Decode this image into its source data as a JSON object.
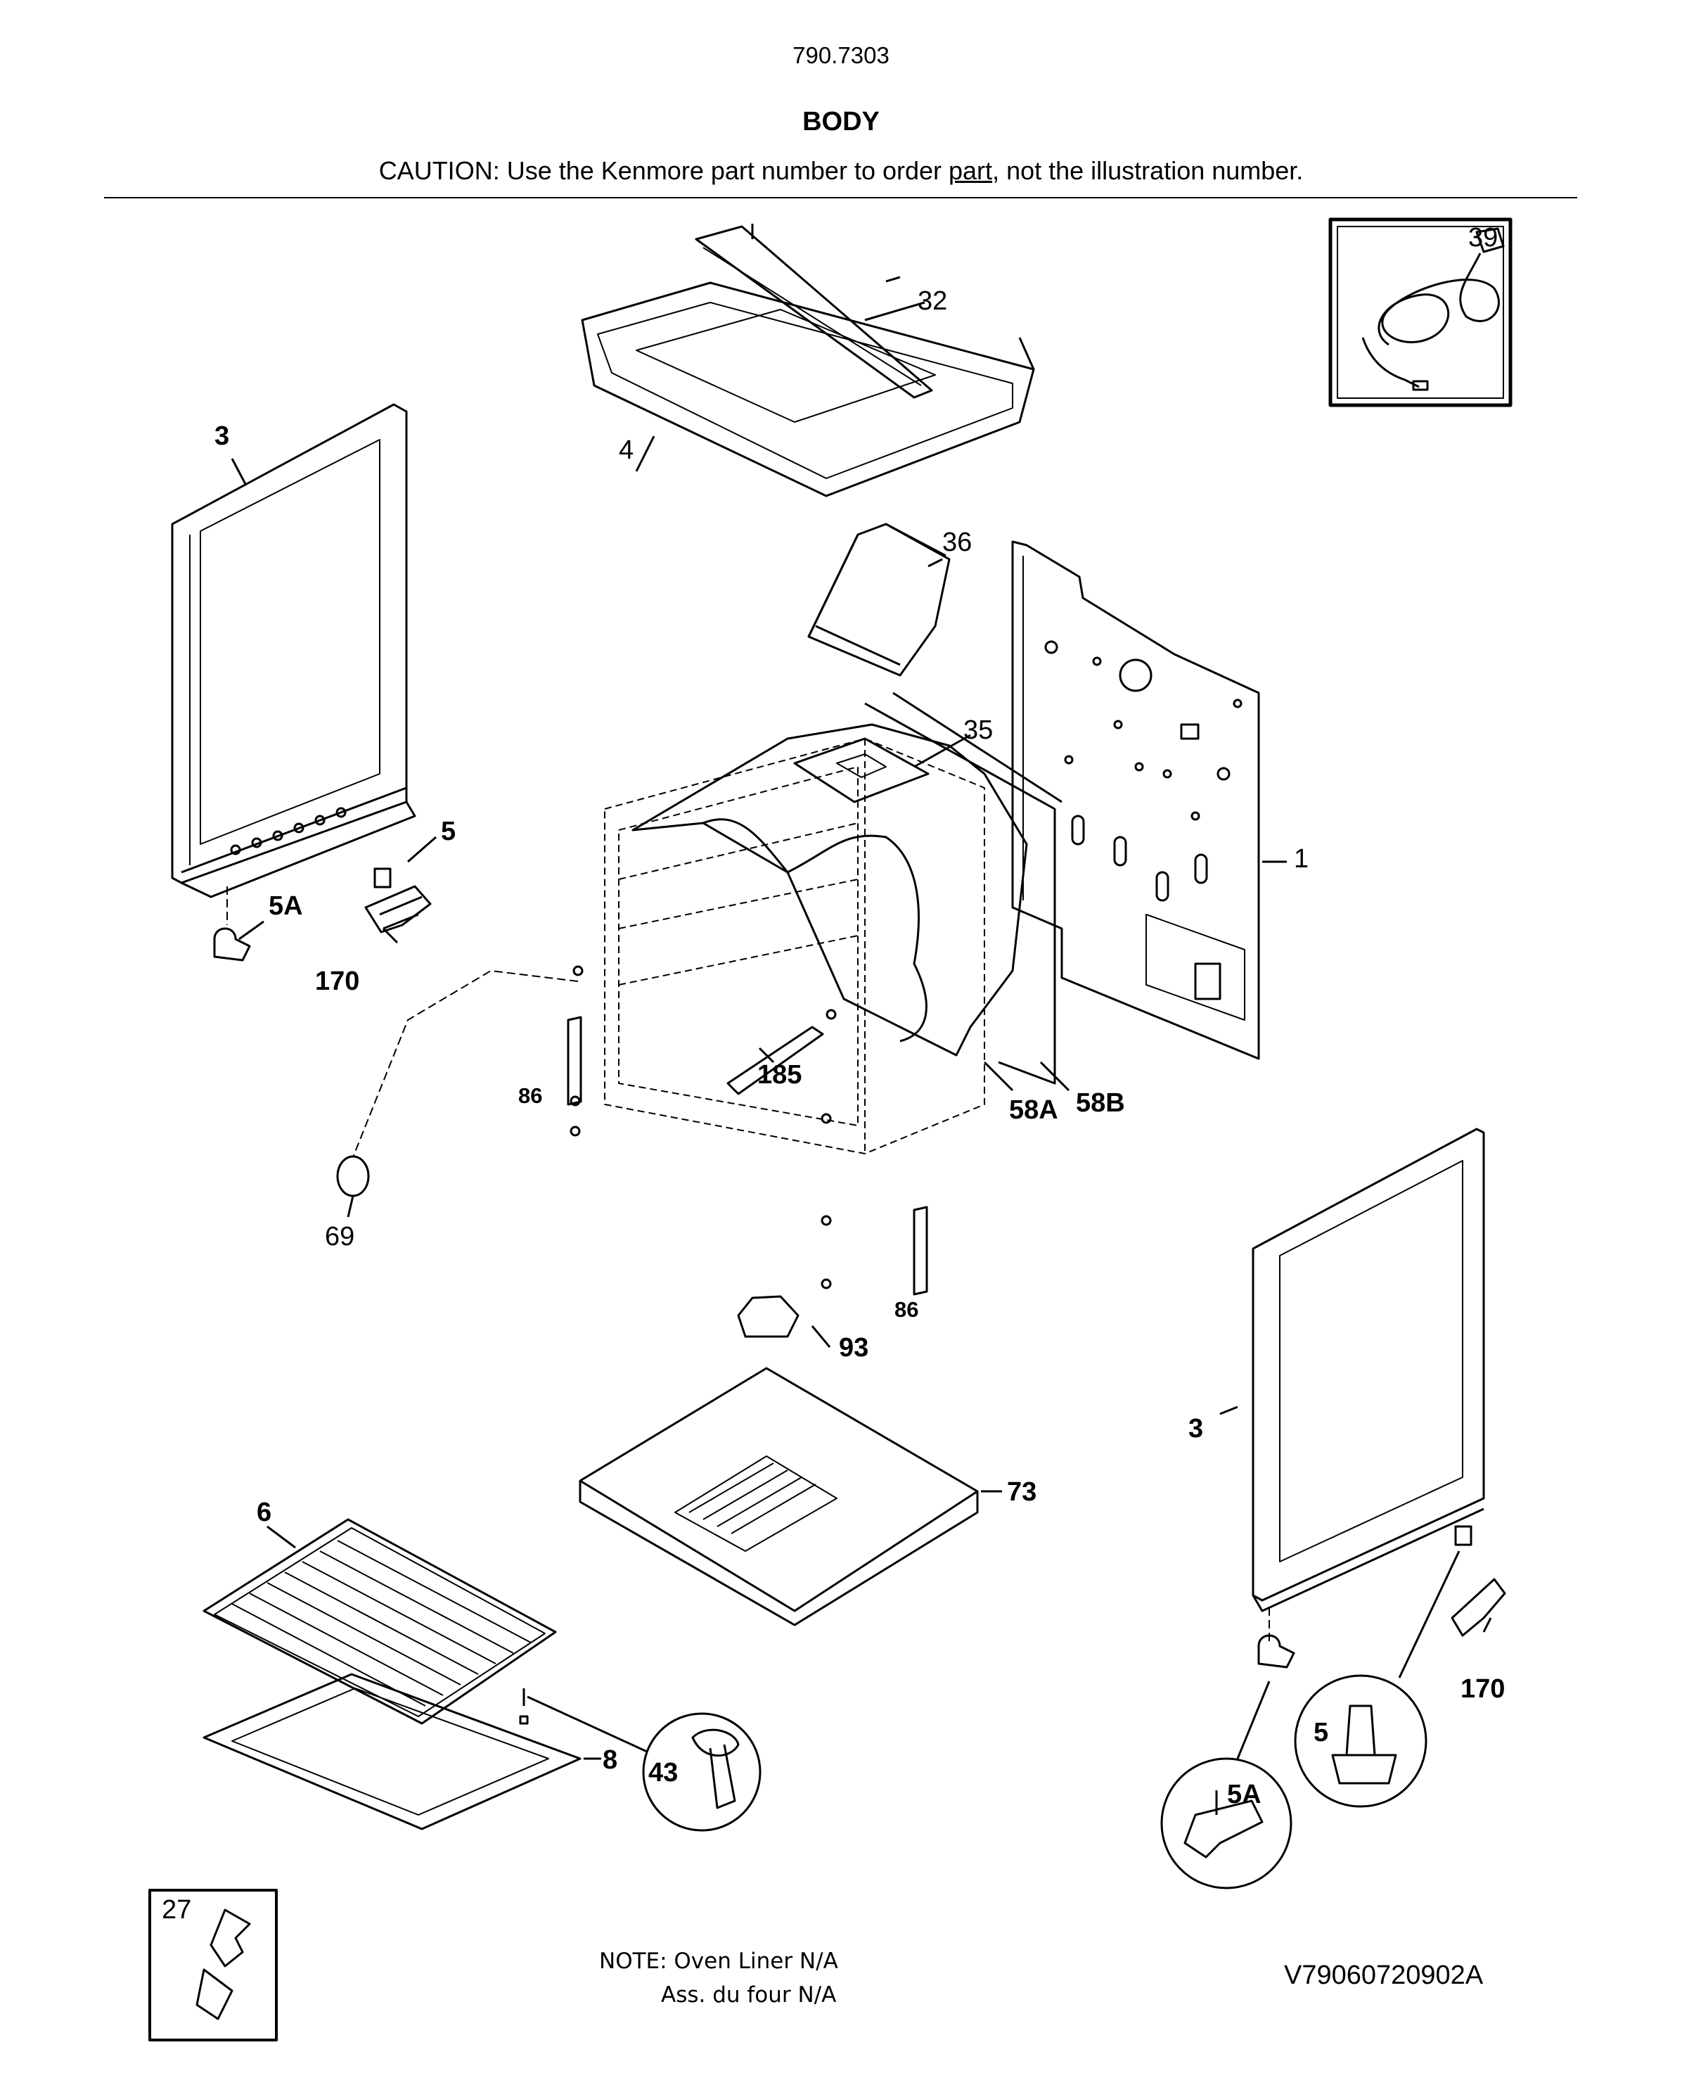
{
  "header": {
    "model": "790.7303",
    "title": "BODY",
    "caution_pre": "CAUTION: Use the Kenmore part number to order ",
    "caution_link": "part",
    "caution_post": ", not the illustration number."
  },
  "callouts": {
    "c39": "39",
    "c32": "32",
    "c4": "4",
    "c3_left": "3",
    "c36": "36",
    "c35": "35",
    "c5_left": "5",
    "c1": "1",
    "c5A_left": "5A",
    "c170_left": "170",
    "c185": "185",
    "c86_left": "86",
    "c58A": "58A",
    "c58B": "58B",
    "c69": "69",
    "c86_right": "86",
    "c93": "93",
    "c3_right": "3",
    "c73": "73",
    "c6": "6",
    "c170_right": "170",
    "c5_detail": "5",
    "c43": "43",
    "c8": "8",
    "c5A_detail": "5A",
    "c27": "27"
  },
  "notes": {
    "line1": "NOTE: Oven Liner N/A",
    "line2": "Ass. du four N/A"
  },
  "document_id": "V79060720902A"
}
